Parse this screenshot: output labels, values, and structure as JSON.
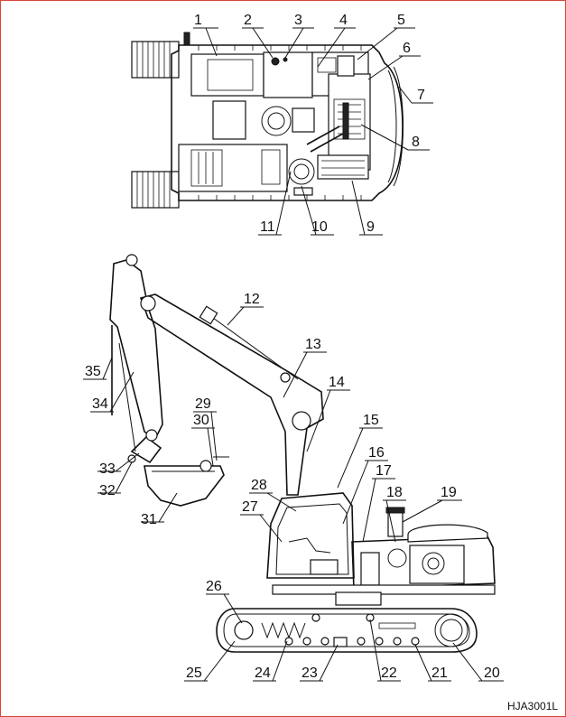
{
  "figure_code": "HJA3001L",
  "callouts": [
    {
      "id": "c1",
      "label": "1"
    },
    {
      "id": "c2",
      "label": "2"
    },
    {
      "id": "c3",
      "label": "3"
    },
    {
      "id": "c4",
      "label": "4"
    },
    {
      "id": "c5",
      "label": "5"
    },
    {
      "id": "c6",
      "label": "6"
    },
    {
      "id": "c7",
      "label": "7"
    },
    {
      "id": "c8",
      "label": "8"
    },
    {
      "id": "c9",
      "label": "9"
    },
    {
      "id": "c10",
      "label": "10"
    },
    {
      "id": "c11",
      "label": "11"
    },
    {
      "id": "c12",
      "label": "12"
    },
    {
      "id": "c13",
      "label": "13"
    },
    {
      "id": "c14",
      "label": "14"
    },
    {
      "id": "c15",
      "label": "15"
    },
    {
      "id": "c16",
      "label": "16"
    },
    {
      "id": "c17",
      "label": "17"
    },
    {
      "id": "c18",
      "label": "18"
    },
    {
      "id": "c19",
      "label": "19"
    },
    {
      "id": "c20",
      "label": "20"
    },
    {
      "id": "c21",
      "label": "21"
    },
    {
      "id": "c22",
      "label": "22"
    },
    {
      "id": "c23",
      "label": "23"
    },
    {
      "id": "c24",
      "label": "24"
    },
    {
      "id": "c25",
      "label": "25"
    },
    {
      "id": "c26",
      "label": "26"
    },
    {
      "id": "c27",
      "label": "27"
    },
    {
      "id": "c28",
      "label": "28"
    },
    {
      "id": "c29",
      "label": "29"
    },
    {
      "id": "c30",
      "label": "30"
    },
    {
      "id": "c31",
      "label": "31"
    },
    {
      "id": "c32",
      "label": "32"
    },
    {
      "id": "c33",
      "label": "33"
    },
    {
      "id": "c34",
      "label": "34"
    },
    {
      "id": "c35",
      "label": "35"
    }
  ]
}
